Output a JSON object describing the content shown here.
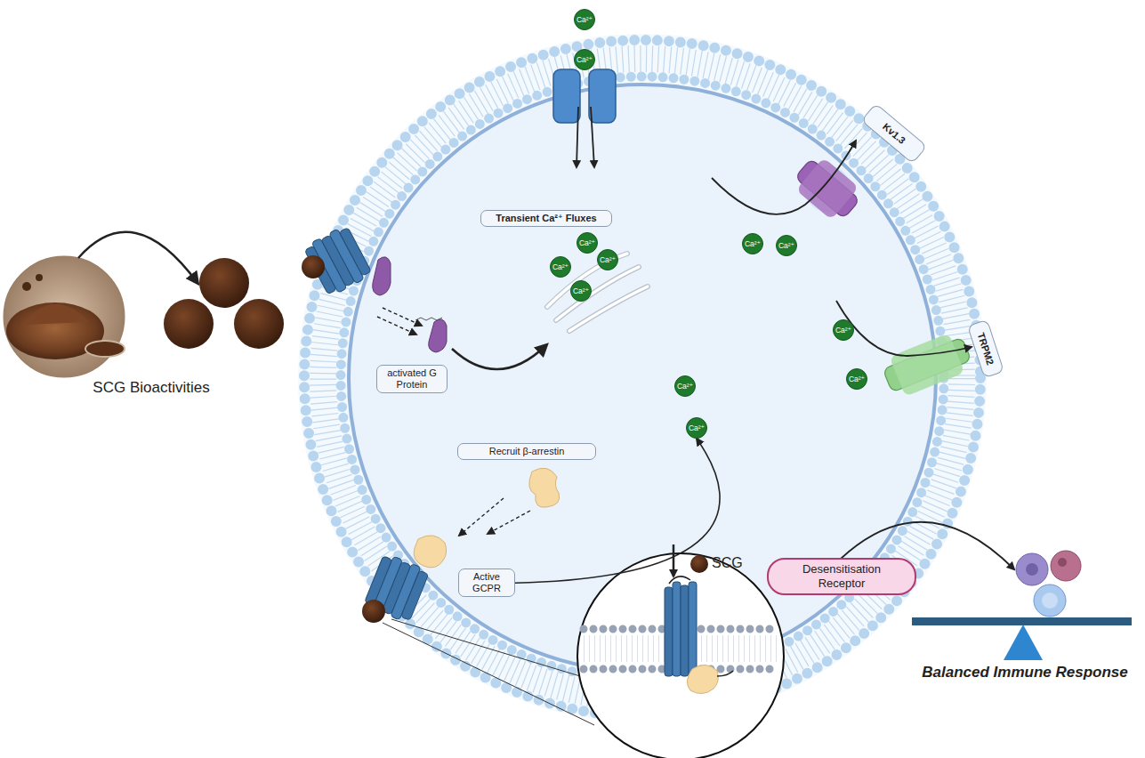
{
  "diagram": {
    "nodes": [
      {
        "text": [
          "Ca²⁺"
        ]
      },
      {
        "text": [
          "Ca²⁺"
        ]
      },
      {
        "text": [
          "Transient Ca²⁺ Fluxes"
        ]
      },
      {
        "text": [
          "Ca²⁺"
        ]
      },
      {
        "text": [
          "Ca²⁺"
        ]
      },
      {
        "text": [
          "Ca²⁺"
        ]
      },
      {
        "text": [
          "Ca²⁺"
        ]
      },
      {
        "text": [
          "Kv1.3"
        ]
      },
      {
        "text": [
          "Ca²⁺"
        ]
      },
      {
        "text": [
          "Ca²⁺"
        ]
      },
      {
        "text": [
          "activated G Protein"
        ]
      },
      {
        "text": [
          "TRPM2"
        ]
      },
      {
        "text": [
          "Ca²⁺"
        ]
      },
      {
        "text": [
          "Ca²⁺"
        ]
      },
      {
        "text": [
          "Ca²⁺"
        ]
      },
      {
        "text": [
          "Ca²⁺"
        ]
      },
      {
        "text": [
          "Recruit β-arrestin"
        ]
      },
      {
        "text": [
          "Active GCPR"
        ]
      },
      {
        "text": [
          "Desensitisation Receptor"
        ]
      }
    ],
    "edges": [
      {
        "from": 17,
        "to": 15,
        "arrow": "to"
      }
    ],
    "labels": [
      "SCG Bioactivities",
      "SCG",
      "Balanced Immune Response"
    ]
  }
}
